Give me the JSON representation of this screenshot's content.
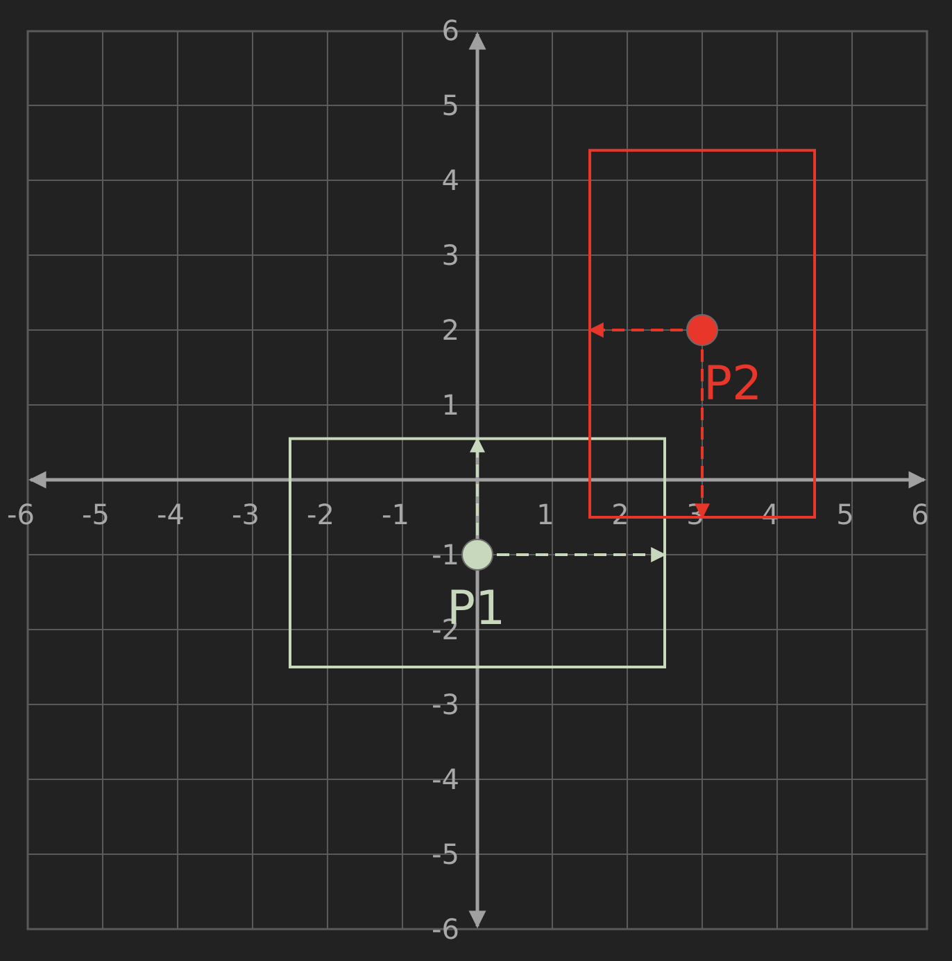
{
  "plane": {
    "x_range": [
      -6,
      6
    ],
    "y_range": [
      -6,
      6
    ],
    "grid": true,
    "x_ticks": [
      -6,
      -5,
      -4,
      -3,
      -2,
      -1,
      1,
      2,
      3,
      4,
      5,
      6
    ],
    "y_ticks": [
      -6,
      -5,
      -4,
      -3,
      -2,
      -1,
      1,
      2,
      3,
      4,
      5,
      6
    ],
    "x_tick_labels": [
      "-6",
      "-5",
      "-4",
      "-3",
      "-2",
      "-1",
      "1",
      "2",
      "3",
      "4",
      "5",
      "6"
    ],
    "y_tick_labels": [
      "-6",
      "-5",
      "-4",
      "-3",
      "-2",
      "-1",
      "1",
      "2",
      "3",
      "4",
      "5",
      "6"
    ],
    "background_color": "#222222",
    "grid_color": "#5a5a5a",
    "axis_color": "#a0a0a0"
  },
  "points": [
    {
      "label": "P1",
      "x": 0,
      "y": -1,
      "color": "#c8d8bc",
      "rect": {
        "x_min": -2.5,
        "x_max": 2.5,
        "y_min": -2.5,
        "y_max": 0.55
      },
      "arrow_x_to": 2.5,
      "arrow_y_to": 0.55
    },
    {
      "label": "P2",
      "x": 3,
      "y": 2,
      "color": "#e8362a",
      "rect": {
        "x_min": 1.5,
        "x_max": 4.5,
        "y_min": -0.5,
        "y_max": 4.4
      },
      "arrow_x_to": 1.5,
      "arrow_y_to": -0.5
    }
  ]
}
